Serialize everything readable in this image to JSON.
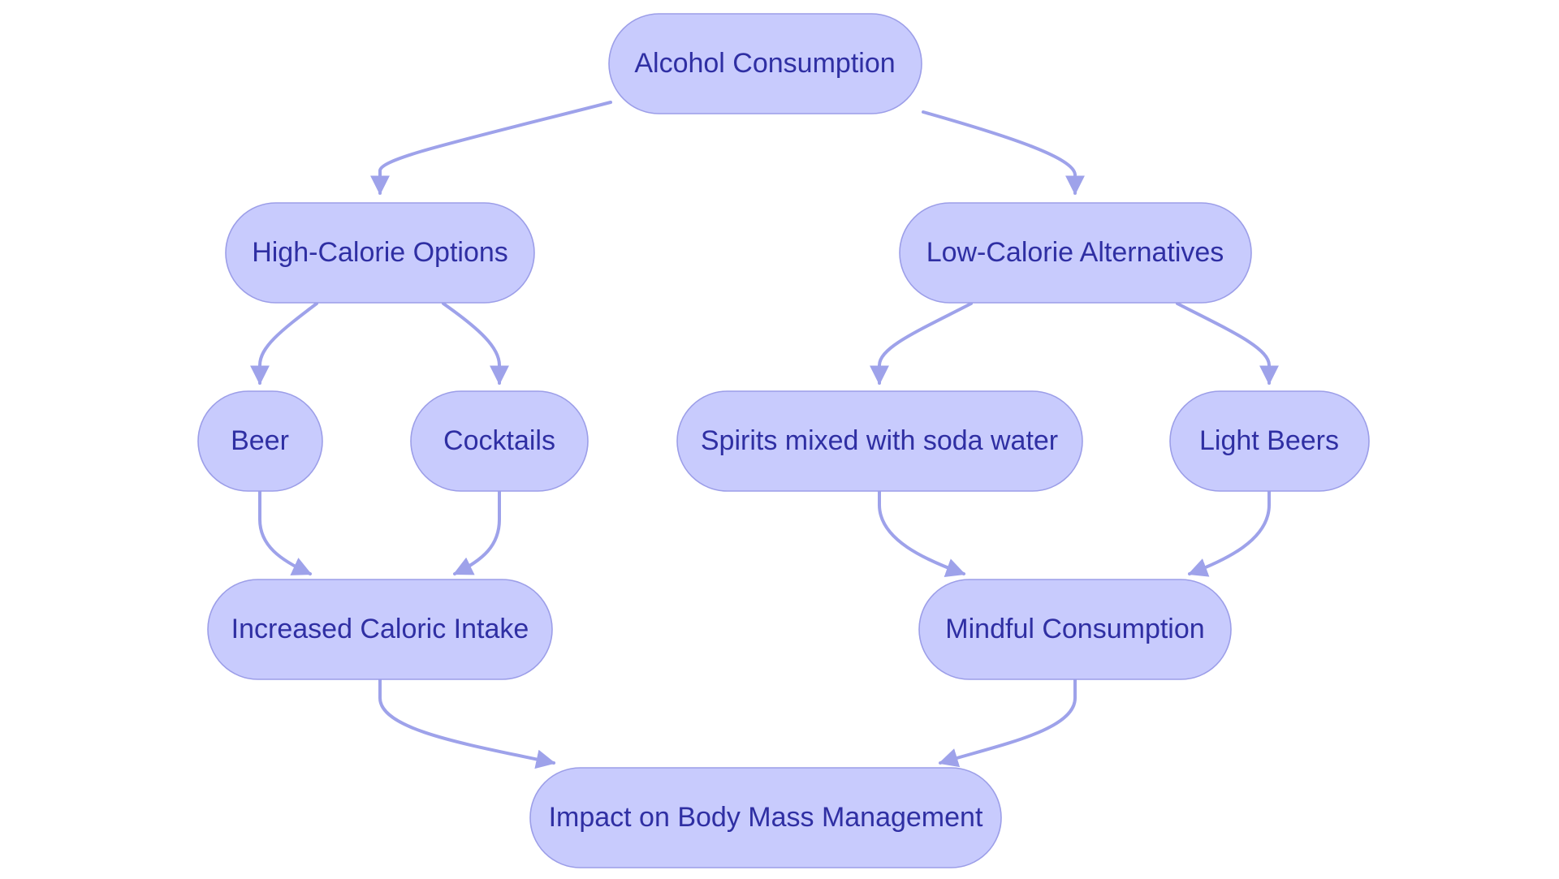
{
  "colors": {
    "node_fill": "#c8cbfd",
    "node_stroke": "#9c9ee8",
    "node_text": "#2f2fa3",
    "edge": "#9ea2ea",
    "background": "#ffffff"
  },
  "nodes": {
    "alcohol_consumption": "Alcohol Consumption",
    "high_calorie_options": "High-Calorie Options",
    "low_calorie_alternatives": "Low-Calorie Alternatives",
    "beer": "Beer",
    "cocktails": "Cocktails",
    "spirits_soda": "Spirits mixed with soda water",
    "light_beers": "Light Beers",
    "increased_caloric_intake": "Increased Caloric Intake",
    "mindful_consumption": "Mindful Consumption",
    "impact_body_mass": "Impact on Body Mass Management"
  },
  "edges": [
    {
      "from": "alcohol_consumption",
      "to": "high_calorie_options"
    },
    {
      "from": "alcohol_consumption",
      "to": "low_calorie_alternatives"
    },
    {
      "from": "high_calorie_options",
      "to": "beer"
    },
    {
      "from": "high_calorie_options",
      "to": "cocktails"
    },
    {
      "from": "low_calorie_alternatives",
      "to": "spirits_soda"
    },
    {
      "from": "low_calorie_alternatives",
      "to": "light_beers"
    },
    {
      "from": "beer",
      "to": "increased_caloric_intake"
    },
    {
      "from": "cocktails",
      "to": "increased_caloric_intake"
    },
    {
      "from": "spirits_soda",
      "to": "mindful_consumption"
    },
    {
      "from": "light_beers",
      "to": "mindful_consumption"
    },
    {
      "from": "increased_caloric_intake",
      "to": "impact_body_mass"
    },
    {
      "from": "mindful_consumption",
      "to": "impact_body_mass"
    }
  ]
}
